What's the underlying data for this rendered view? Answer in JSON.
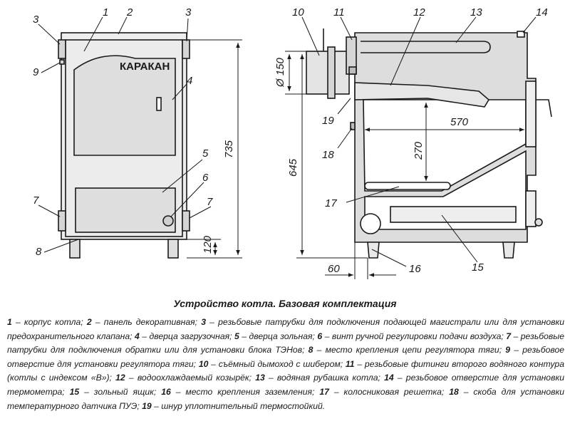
{
  "drawing": {
    "brand": "КАРАКАН",
    "callouts": {
      "c1": "1",
      "c2": "2",
      "c3a": "3",
      "c3b": "3",
      "c4": "4",
      "c5": "5",
      "c6": "6",
      "c7a": "7",
      "c7b": "7",
      "c8": "8",
      "c9": "9",
      "c10": "10",
      "c11": "11",
      "c12": "12",
      "c13": "13",
      "c14": "14",
      "c15": "15",
      "c16": "16",
      "c17": "17",
      "c18": "18",
      "c19": "19"
    },
    "dimensions": {
      "height_total": "735",
      "height_leg": "120",
      "height_side": "645",
      "flue_diameter": "Ø 150",
      "firebox_width": "570",
      "firebox_height": "270",
      "offset": "60"
    }
  },
  "title": "Устройство котла. Базовая комплектация",
  "legend": [
    {
      "num": "1",
      "text": " – корпус котла; "
    },
    {
      "num": "2",
      "text": " – панель декоративная; "
    },
    {
      "num": "3",
      "text": " – резьбовые патрубки для подключения подающей магистрали или для установки предохранительного клапана; "
    },
    {
      "num": "4",
      "text": " – дверца загрузочная; "
    },
    {
      "num": "5",
      "text": " – дверца зольная; "
    },
    {
      "num": "6",
      "text": " – винт ручной регулировки подачи воздуха; "
    },
    {
      "num": "7",
      "text": " – резьбовые патрубки для подключения обратки или для установки блока ТЭНов; "
    },
    {
      "num": "8",
      "text": " – место крепления цепи регулятора тяги; "
    },
    {
      "num": "9",
      "text": " – резьбовое отверстие для установки регулятора тяги; "
    },
    {
      "num": "10",
      "text": " – съёмный дымоход с шибером; "
    },
    {
      "num": "11",
      "text": " – резьбовые фитинги второго водяного контура (котлы с индексом «В»); "
    },
    {
      "num": "12",
      "text": " – водоохлаждаемый козырёк; "
    },
    {
      "num": "13",
      "text": " – водяная рубашка котла; "
    },
    {
      "num": "14",
      "text": " – резьбовое отверстие для установки термометра; "
    },
    {
      "num": "15",
      "text": " – зольный ящик; "
    },
    {
      "num": "16",
      "text": " – место крепления заземления; "
    },
    {
      "num": "17",
      "text": " – колосниковая решетка; "
    },
    {
      "num": "18",
      "text": " – скоба для установки температурного датчика ПУЭ; "
    },
    {
      "num": "19",
      "text": " – шнур уплотнительный термостойкий."
    }
  ]
}
